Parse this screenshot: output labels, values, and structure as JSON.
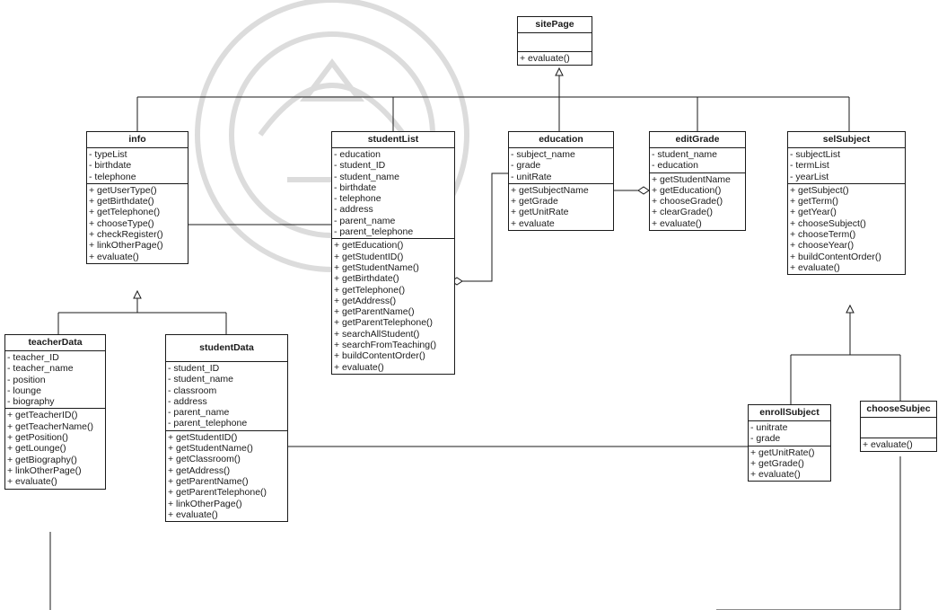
{
  "diagram": {
    "classes": [
      {
        "id": "sitePage",
        "name": "sitePage",
        "attributes": [],
        "methods": [
          "+ evaluate()"
        ]
      },
      {
        "id": "info",
        "name": "info",
        "attributes": [
          "- typeList",
          "- birthdate",
          "- telephone"
        ],
        "methods": [
          "+ getUserType()",
          "+ getBirthdate()",
          "+ getTelephone()",
          "+ chooseType()",
          "+ checkRegister()",
          "+ linkOtherPage()",
          "+ evaluate()"
        ]
      },
      {
        "id": "studentList",
        "name": "studentList",
        "attributes": [
          "- education",
          "- student_ID",
          "- student_name",
          "- birthdate",
          "- telephone",
          "- address",
          "- parent_name",
          "- parent_telephone"
        ],
        "methods": [
          "+ getEducation()",
          "+ getStudentID()",
          "+ getStudentName()",
          "+ getBirthdate()",
          "+ getTelephone()",
          "+ getAddress()",
          "+ getParentName()",
          "+ getParentTelephone()",
          "+ searchAllStudent()",
          "+ searchFromTeaching()",
          "+ buildContentOrder()",
          "+ evaluate()"
        ]
      },
      {
        "id": "education",
        "name": "education",
        "attributes": [
          "- subject_name",
          "- grade",
          "- unitRate"
        ],
        "methods": [
          "+ getSubjectName",
          "+ getGrade",
          "+ getUnitRate",
          "+ evaluate"
        ]
      },
      {
        "id": "editGrade",
        "name": "editGrade",
        "attributes": [
          "- student_name",
          "- education"
        ],
        "methods": [
          "+ getStudentName",
          "+ getEducation()",
          "+ chooseGrade()",
          "+ clearGrade()",
          "+ evaluate()"
        ]
      },
      {
        "id": "selSubject",
        "name": "selSubject",
        "attributes": [
          "- subjectList",
          "- termList",
          "- yearList"
        ],
        "methods": [
          "+ getSubject()",
          "+ getTerm()",
          "+ getYear()",
          "+ chooseSubject()",
          "+ chooseTerm()",
          "+ chooseYear()",
          "+ buildContentOrder()",
          "+ evaluate()"
        ]
      },
      {
        "id": "teacherData",
        "name": "teacherData",
        "attributes": [
          "- teacher_ID",
          "- teacher_name",
          "- position",
          "- lounge",
          "- biography"
        ],
        "methods": [
          "+ getTeacherID()",
          "+ getTeacherName()",
          "+ getPosition()",
          "+ getLounge()",
          "+ getBiography()",
          "+ linkOtherPage()",
          "+ evaluate()"
        ]
      },
      {
        "id": "studentData",
        "name": "studentData",
        "attributes": [
          "- student_ID",
          "- student_name",
          "- classroom",
          "- address",
          "- parent_name",
          "- parent_telephone"
        ],
        "methods": [
          "+ getStudentID()",
          "+ getStudentName()",
          "+ getClassroom()",
          "+ getAddress()",
          "+ getParentName()",
          "+ getParentTelephone()",
          "+ linkOtherPage()",
          "+ evaluate()"
        ]
      },
      {
        "id": "enrollSubject",
        "name": "enrollSubject",
        "attributes": [
          "- unitrate",
          "- grade"
        ],
        "methods": [
          "+ getUnitRate()",
          "+ getGrade()",
          "+ evaluate()"
        ]
      },
      {
        "id": "chooseSubject",
        "name": "chooseSubjec",
        "attributes": [],
        "methods": [
          "+ evaluate()"
        ]
      }
    ],
    "relations": [
      {
        "type": "generalization",
        "from": "info",
        "to": "sitePage"
      },
      {
        "type": "generalization",
        "from": "studentList",
        "to": "sitePage"
      },
      {
        "type": "generalization",
        "from": "education",
        "to": "sitePage"
      },
      {
        "type": "generalization",
        "from": "editGrade",
        "to": "sitePage"
      },
      {
        "type": "generalization",
        "from": "selSubject",
        "to": "sitePage"
      },
      {
        "type": "generalization",
        "from": "teacherData",
        "to": "info"
      },
      {
        "type": "generalization",
        "from": "studentData",
        "to": "info"
      },
      {
        "type": "generalization",
        "from": "enrollSubject",
        "to": "selSubject"
      },
      {
        "type": "generalization",
        "from": "chooseSubject",
        "to": "selSubject"
      },
      {
        "type": "aggregation",
        "from": "education",
        "to": "studentList"
      },
      {
        "type": "aggregation",
        "from": "education",
        "to": "editGrade"
      },
      {
        "type": "association",
        "from": "info",
        "to": "studentList"
      },
      {
        "type": "association",
        "from": "studentData",
        "to": "enrollSubject"
      },
      {
        "type": "association",
        "from": "teacherData",
        "to": "chooseSubject"
      }
    ]
  },
  "colors": {
    "line": "#1a1a1a",
    "background": "#ffffff",
    "watermark": "#d6d6d6"
  }
}
